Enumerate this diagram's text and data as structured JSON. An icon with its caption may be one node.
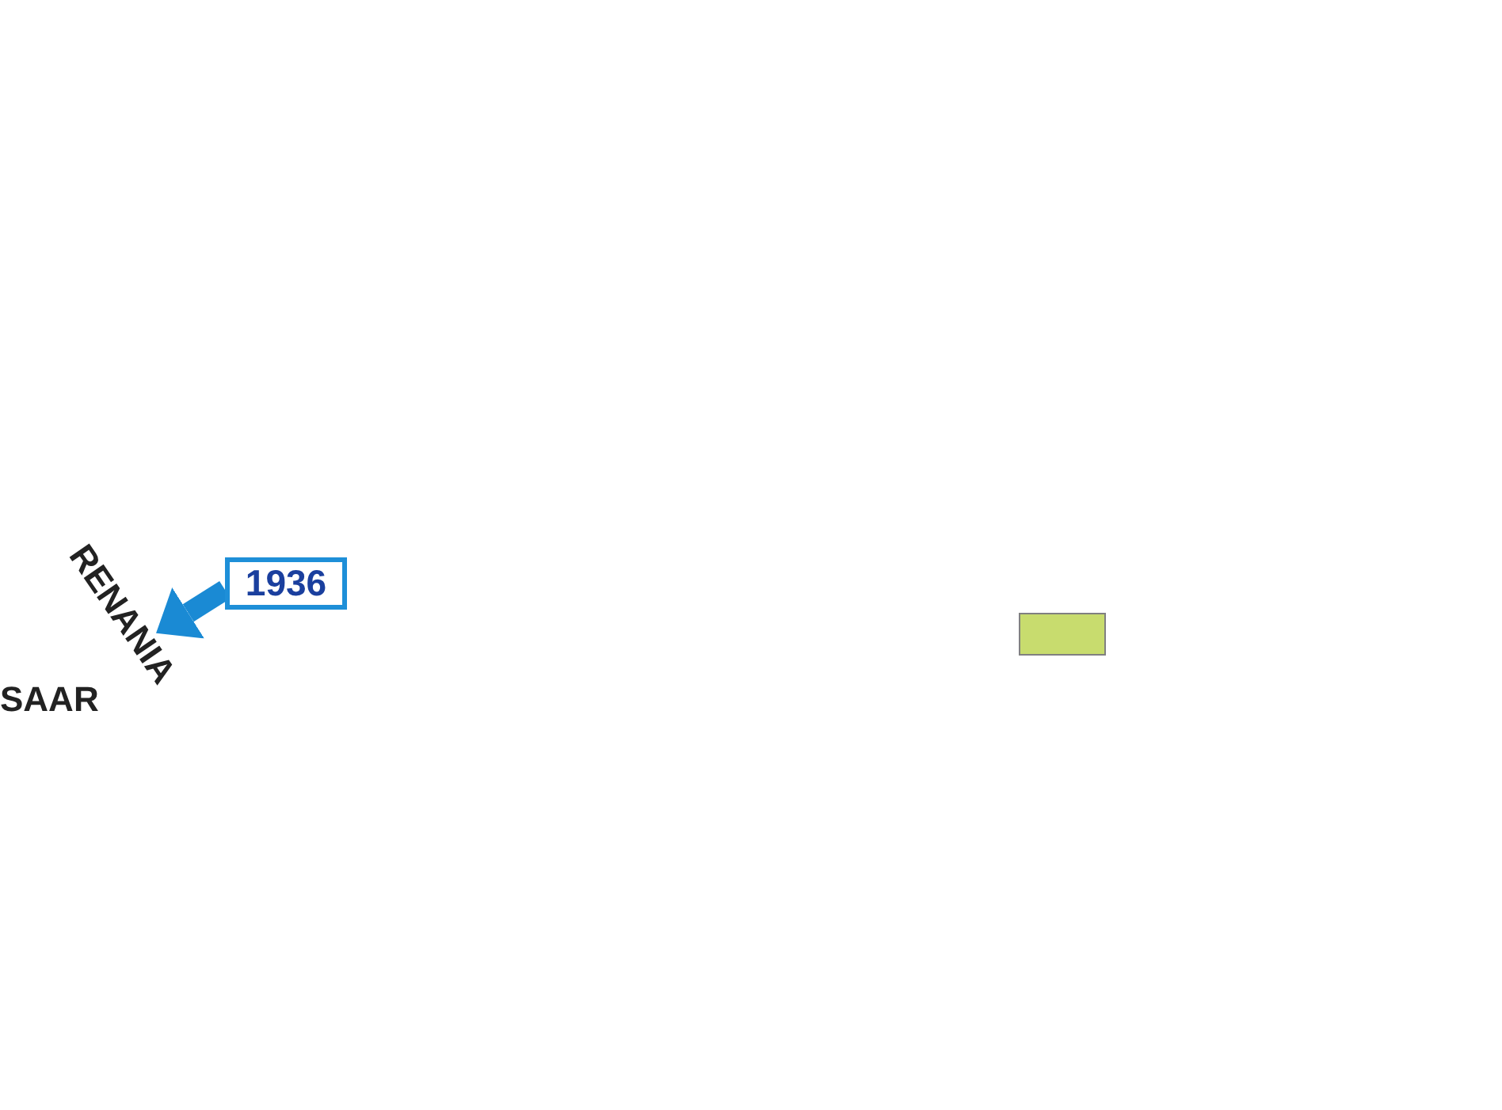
{
  "diagram": {
    "nodes": [
      {
        "text": [
          "1936"
        ]
      },
      {
        "text": [
          "RENANIA"
        ]
      },
      {
        "text": [],
        "shape": "box"
      }
    ],
    "edges": [
      {
        "from": 0,
        "to": 1,
        "arrow": "to",
        "color": "#1a8ad4"
      }
    ],
    "labels": [
      "SAAR"
    ]
  }
}
